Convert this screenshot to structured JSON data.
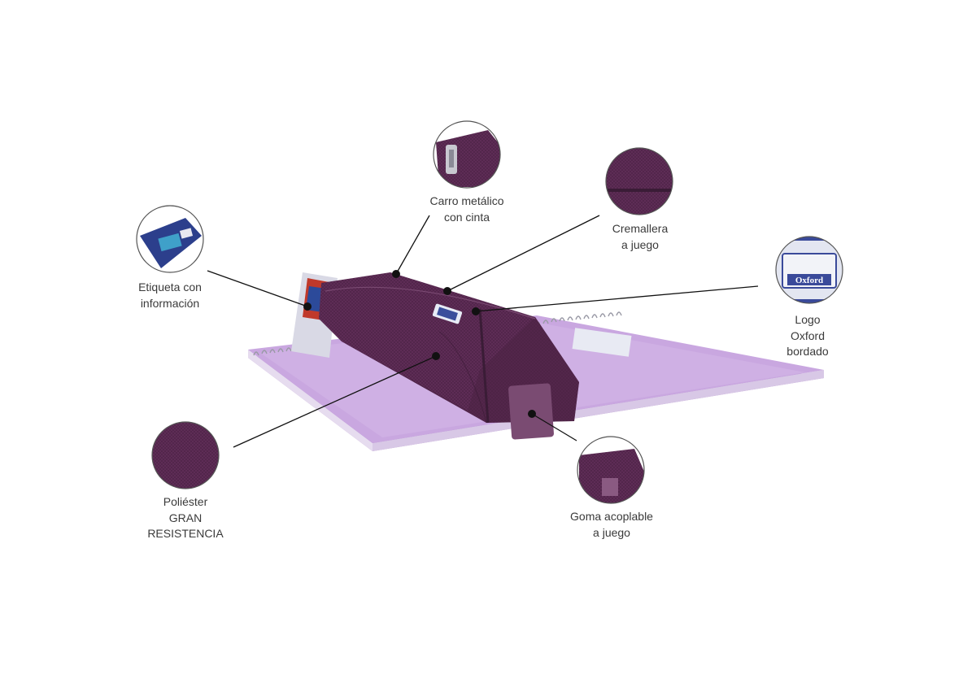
{
  "callouts": [
    {
      "id": "carro",
      "lines": [
        "Carro metálico",
        "con cinta"
      ]
    },
    {
      "id": "cremallera",
      "lines": [
        "Cremallera",
        "a juego"
      ]
    },
    {
      "id": "etiqueta",
      "lines": [
        "Etiqueta con",
        "información"
      ]
    },
    {
      "id": "logo",
      "lines": [
        "Logo",
        "Oxford",
        "bordado"
      ]
    },
    {
      "id": "poliester",
      "lines": [
        "Poliéster",
        "GRAN",
        "RESISTENCIA"
      ]
    },
    {
      "id": "goma",
      "lines": [
        "Goma acoplable",
        "a juego"
      ]
    }
  ],
  "product": {
    "brand_patch": "Oxford"
  },
  "colors": {
    "case": "#5a2a52",
    "case_dark": "#43203e",
    "notebook": "#c5a2dc",
    "notebook_dark": "#a07ebd",
    "text": "#3a3a3a"
  }
}
